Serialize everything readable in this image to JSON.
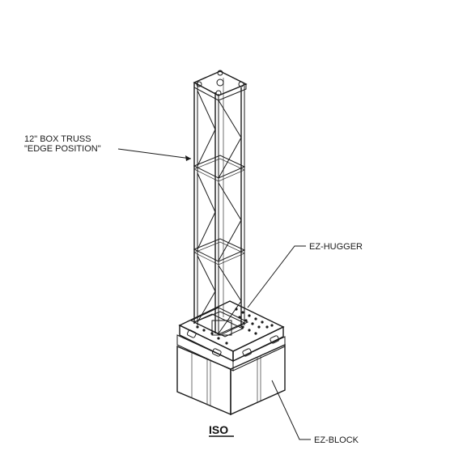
{
  "callouts": {
    "truss_line1": "12\" BOX TRUSS",
    "truss_line2": "\"EDGE POSITION\"",
    "hugger": "EZ-HUGGER",
    "block": "EZ-BLOCK"
  },
  "view_label": "ISO",
  "colors": {
    "line": "#1a1a1a",
    "background": "#ffffff",
    "block_shade": "#f2f2f2"
  }
}
